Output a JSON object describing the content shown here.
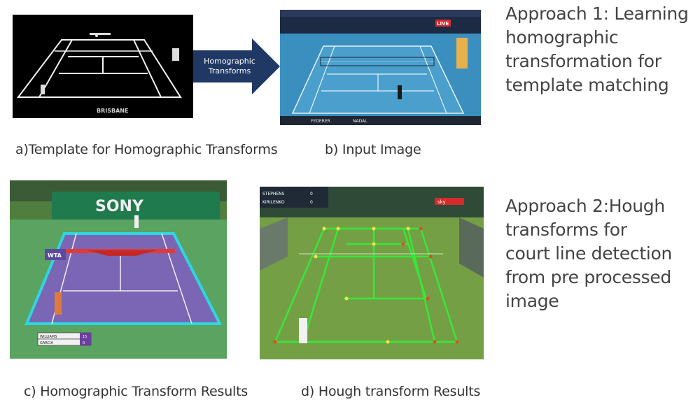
{
  "approach1": {
    "lines": [
      "Approach 1: Learning",
      "homographic",
      "transformation for",
      "template matching"
    ]
  },
  "approach2": {
    "lines": [
      "Approach 2:Hough",
      "transforms for",
      "court line detection",
      "from pre processed",
      "image"
    ]
  },
  "arrow": {
    "line1": "Homographic",
    "line2": "Transforms"
  },
  "captions": {
    "a": "a)Template  for Homographic Transforms",
    "b": "b) Input Image",
    "c": "c) Homographic Transform Results",
    "d": "d) Hough transform Results"
  },
  "template_panel": {
    "venue": "BRISBANE"
  },
  "input_panel": {
    "live": "LIVE",
    "player1": "FEDERER",
    "player2": "NADAL"
  },
  "homography_panel": {
    "sponsor": "SONY",
    "score_p1": "WILLIAMS",
    "score_p2": "GARCIA",
    "score_v1": "15",
    "score_v2": "0",
    "side_banner": "WTA"
  },
  "hough_panel": {
    "score_p1": "STEPHENS",
    "score_p2": "KIRILENKO",
    "s1": "0",
    "s2": "0",
    "broadcaster": "sky"
  },
  "colors": {
    "arrow": "#1f3864",
    "court_blue": "#3a86b5",
    "court_purple": "#7a66b5",
    "grass": "#6e9a3e",
    "overlay_cyan": "#2fd6e0",
    "overlay_green": "#36e83a"
  }
}
